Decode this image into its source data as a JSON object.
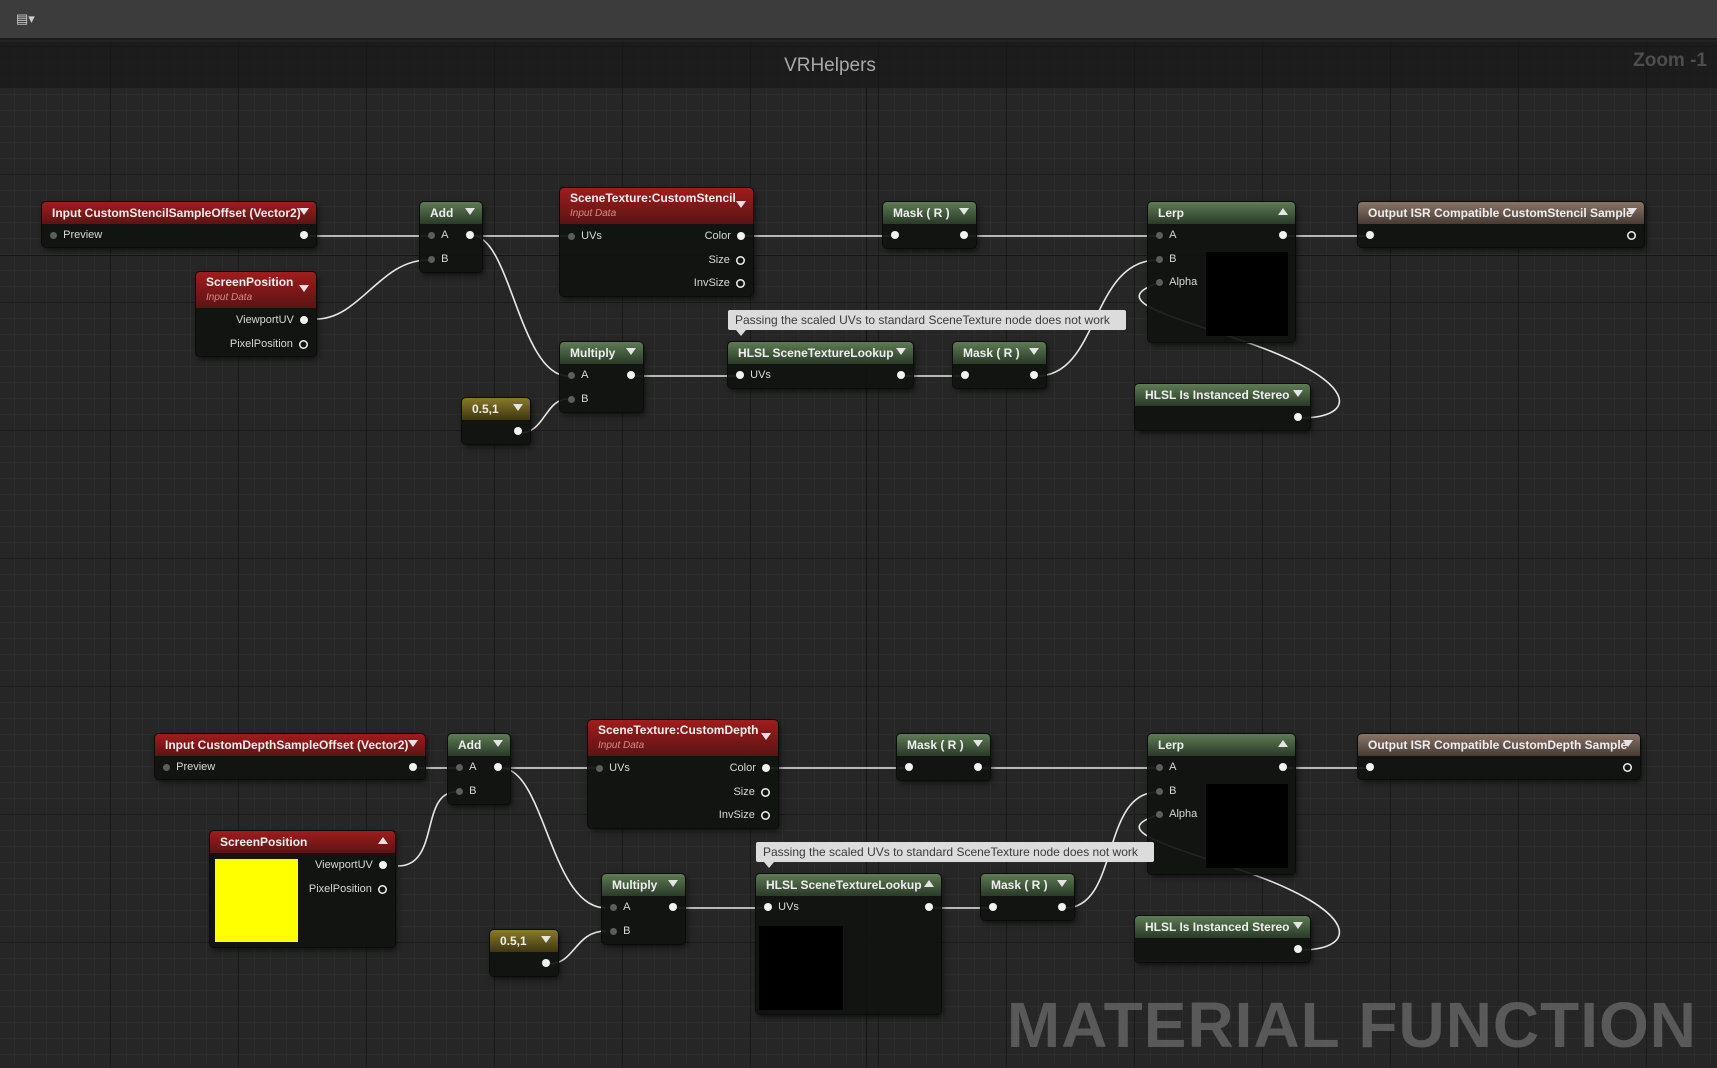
{
  "toolbar": {
    "icon": "graph-layout-icon",
    "arrow": "▾"
  },
  "graph": {
    "title": "VRHelpers",
    "zoom": "Zoom -1",
    "watermark": "MATERIAL FUNCTION"
  },
  "colors": {
    "input_header": "#a11c1c",
    "math_header": "#5d7b54",
    "output_header": "#8a7466",
    "constant_header": "#8a7a2a",
    "preview_yellow": "#ffff00"
  },
  "top": {
    "input": {
      "title": "Input CustomStencilSampleOffset (Vector2)",
      "pin": "Preview"
    },
    "screen_position": {
      "title": "ScreenPosition",
      "sub": "Input Data",
      "pins": [
        "ViewportUV",
        "PixelPosition"
      ]
    },
    "add": {
      "title": "Add",
      "pins": [
        "A",
        "B"
      ]
    },
    "scene_texture": {
      "title": "SceneTexture:CustomStencil",
      "sub": "Input Data",
      "in_pin": "UVs",
      "out_pins": [
        "Color",
        "Size",
        "InvSize"
      ]
    },
    "mask1": {
      "title": "Mask ( R )"
    },
    "lerp": {
      "title": "Lerp",
      "pins": [
        "A",
        "B",
        "Alpha"
      ]
    },
    "output": {
      "title": "Output ISR Compatible CustomStencil Sample"
    },
    "comment": "Passing the scaled UVs to standard SceneTexture node does not work",
    "multiply": {
      "title": "Multiply",
      "pins": [
        "A",
        "B"
      ]
    },
    "constant": {
      "title": "0.5,1"
    },
    "hlsl_lookup": {
      "title": "HLSL SceneTextureLookup",
      "pin": "UVs"
    },
    "mask2": {
      "title": "Mask ( R )"
    },
    "instanced": {
      "title": "HLSL Is Instanced Stereo"
    }
  },
  "bottom": {
    "input": {
      "title": "Input CustomDepthSampleOffset (Vector2)",
      "pin": "Preview"
    },
    "screen_position": {
      "title": "ScreenPosition",
      "pins": [
        "ViewportUV",
        "PixelPosition"
      ]
    },
    "add": {
      "title": "Add",
      "pins": [
        "A",
        "B"
      ]
    },
    "scene_texture": {
      "title": "SceneTexture:CustomDepth",
      "sub": "Input Data",
      "in_pin": "UVs",
      "out_pins": [
        "Color",
        "Size",
        "InvSize"
      ]
    },
    "mask1": {
      "title": "Mask ( R )"
    },
    "lerp": {
      "title": "Lerp",
      "pins": [
        "A",
        "B",
        "Alpha"
      ]
    },
    "output": {
      "title": "Output ISR Compatible CustomDepth Sample"
    },
    "comment": "Passing the scaled UVs to standard SceneTexture node does not work",
    "multiply": {
      "title": "Multiply",
      "pins": [
        "A",
        "B"
      ]
    },
    "constant": {
      "title": "0.5,1"
    },
    "hlsl_lookup": {
      "title": "HLSL SceneTextureLookup",
      "pin": "UVs"
    },
    "mask2": {
      "title": "Mask ( R )"
    },
    "instanced": {
      "title": "HLSL Is Instanced Stereo"
    }
  }
}
